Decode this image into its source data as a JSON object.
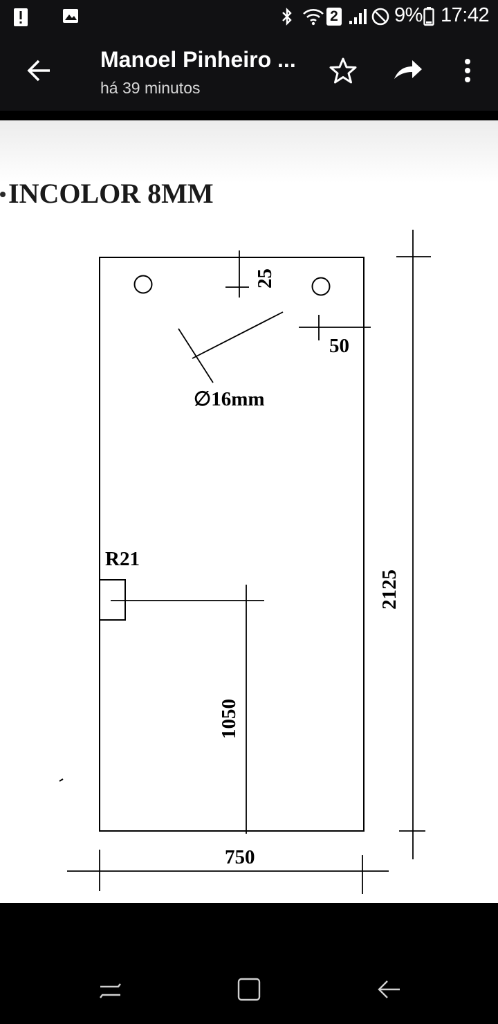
{
  "status_bar": {
    "icons_left": [
      "alert-icon",
      "image-notification-icon"
    ],
    "icons_right": [
      "bluetooth-icon",
      "wifi-icon",
      "sim-2-icon",
      "signal-icon",
      "do-not-disturb-icon"
    ],
    "sim_label": "2",
    "battery": "9%",
    "time": "17:42"
  },
  "app_bar": {
    "title": "Manoel Pinheiro ...",
    "subtitle": "há 39 minutos",
    "actions": [
      "back-arrow-icon",
      "star-icon",
      "share-icon",
      "more-vert-icon"
    ]
  },
  "drawing": {
    "heading": "INCOLOR 8MM",
    "dim_top_offset": "25",
    "dim_side_offset": "50",
    "hole_diameter": "∅16mm",
    "notch_label": "R21",
    "dim_height_half": "1050",
    "dim_height_total": "2125",
    "dim_width": "750"
  },
  "nav_bar": {
    "buttons": [
      "recent-apps-icon",
      "home-icon",
      "back-icon"
    ]
  },
  "colors": {
    "bar_bg": "#111113",
    "text_white": "#ffffff",
    "drawing_line": "#000000"
  }
}
